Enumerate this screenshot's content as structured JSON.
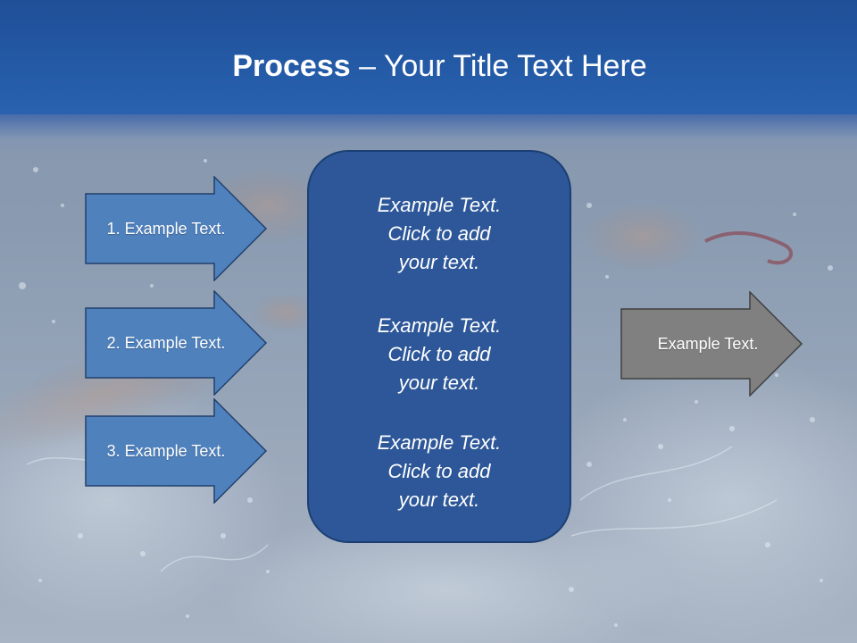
{
  "slide": {
    "title_bold": "Process",
    "title_rest": " – Your Title Text Here"
  },
  "left_arrows": [
    {
      "label": "1. Example Text."
    },
    {
      "label": "2. Example Text."
    },
    {
      "label": "3. Example Text."
    }
  ],
  "center_box": {
    "blocks": [
      {
        "line1": "Example Text.",
        "line2": "Click  to add",
        "line3": "your text."
      },
      {
        "line1": "Example Text.",
        "line2": "Click  to add",
        "line3": "your text."
      },
      {
        "line1": "Example Text.",
        "line2": "Click  to add",
        "line3": "your text."
      }
    ]
  },
  "right_arrow": {
    "label": "Example Text."
  },
  "colors": {
    "title_bar": "#245aa6",
    "left_arrow_fill": "#4f81bd",
    "center_box_fill": "#2d5798",
    "right_arrow_fill": "#808080"
  }
}
